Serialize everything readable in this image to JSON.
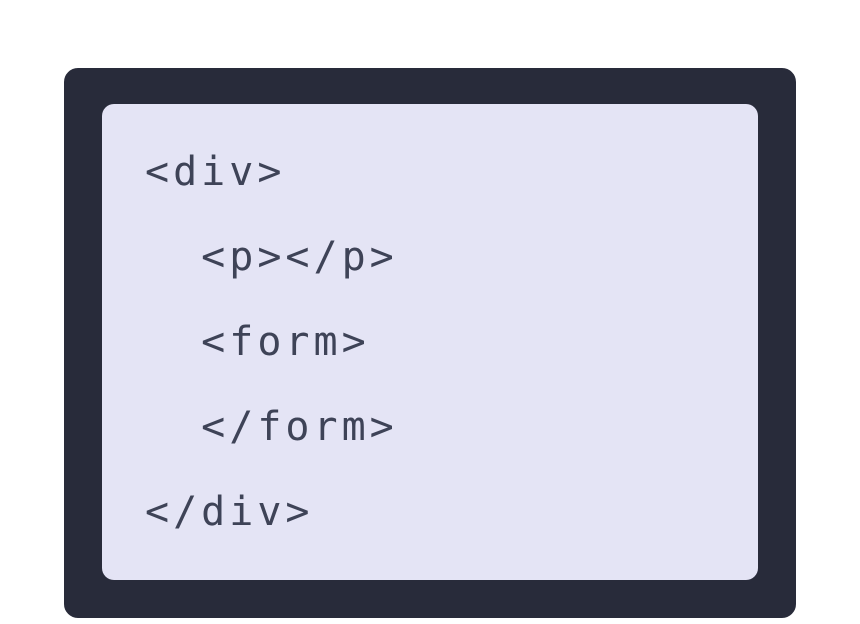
{
  "code": {
    "language": "html",
    "lines": [
      "<div>",
      "  <p></p>",
      "  <form>",
      "  </form>",
      "</div>"
    ]
  },
  "colors": {
    "card_background": "#282b3a",
    "card_border": "#ffffff",
    "panel_background": "#e4e4f5",
    "code_text": "#3e4357",
    "page_background": "#ffffff"
  }
}
